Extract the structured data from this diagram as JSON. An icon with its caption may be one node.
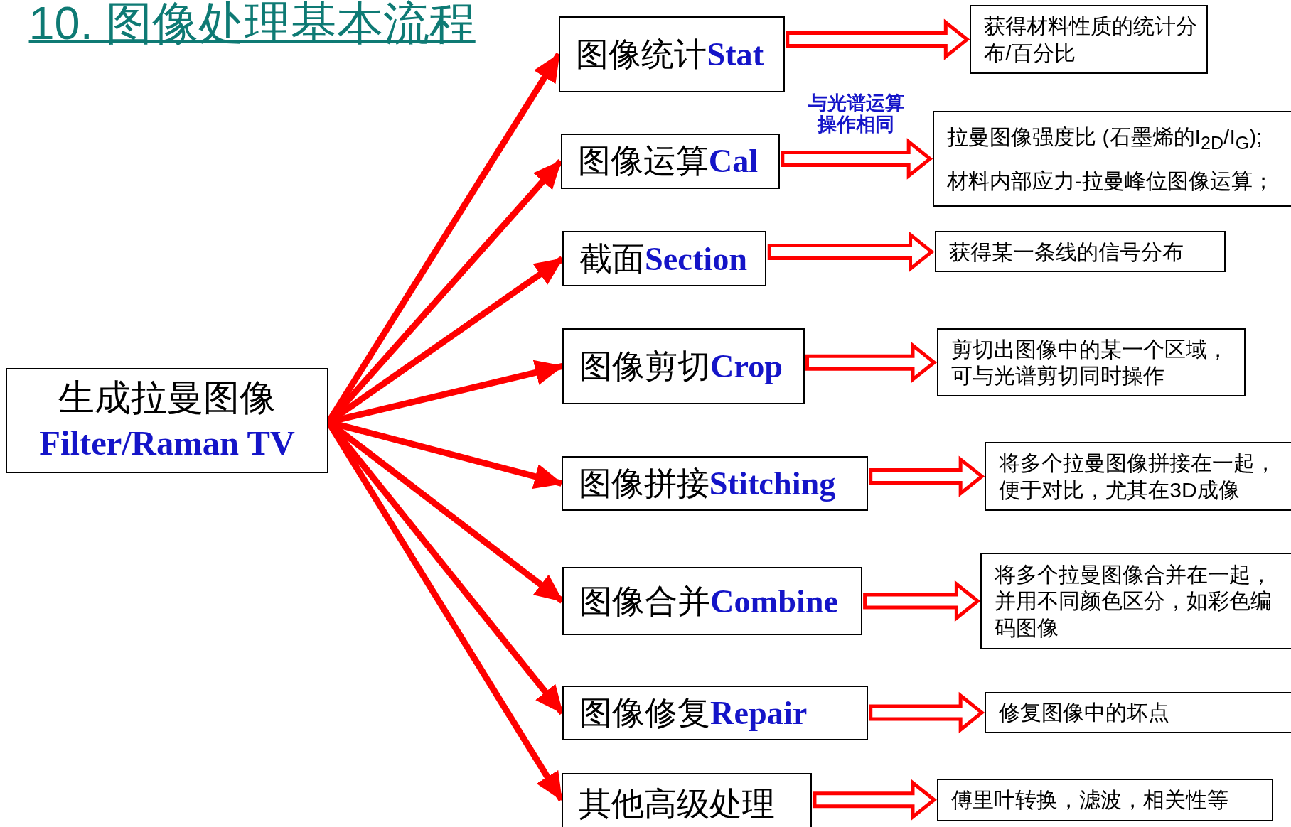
{
  "diagram": {
    "title": "10. 图像处理基本流程",
    "nodes": [
      {
        "text": [
          "生成拉曼图像",
          "Filter/Raman TV"
        ]
      },
      {
        "text": [
          "图像统计",
          "Stat"
        ]
      },
      {
        "text": [
          "图像运算",
          "Cal"
        ]
      },
      {
        "text": [
          "截面",
          "Section"
        ]
      },
      {
        "text": [
          "图像剪切",
          "Crop"
        ]
      },
      {
        "text": [
          "图像拼接",
          "Stitching"
        ]
      },
      {
        "text": [
          "图像合并",
          "Combine"
        ]
      },
      {
        "text": [
          "图像修复",
          "Repair"
        ]
      },
      {
        "text": [
          "其他高级处理"
        ]
      },
      {
        "text": [
          "获得材料性质的统计分布/百分比"
        ]
      },
      {
        "text": [
          "拉曼图像强度比 (石墨烯的I$_{2D}$/I$_{G}$);",
          "材料内部应力-拉曼峰位图像运算；"
        ]
      },
      {
        "text": [
          "获得某一条线的信号分布"
        ]
      },
      {
        "text": [
          "剪切出图像中的某一个区域，可与光谱剪切同时操作"
        ]
      },
      {
        "text": [
          "将多个拉曼图像拼接在一起，便于对比，尤其在3D成像"
        ]
      },
      {
        "text": [
          "将多个拉曼图像合并在一起，并用不同颜色区分，如彩色编码图像"
        ]
      },
      {
        "text": [
          "修复图像中的坏点"
        ]
      },
      {
        "text": [
          "傅里叶转换，滤波，相关性等"
        ]
      }
    ],
    "edges": [
      {
        "from": 0,
        "to": 1,
        "arrow": "to"
      },
      {
        "from": 0,
        "to": 2,
        "arrow": "to"
      },
      {
        "from": 0,
        "to": 3,
        "arrow": "to"
      },
      {
        "from": 0,
        "to": 4,
        "arrow": "to"
      },
      {
        "from": 0,
        "to": 5,
        "arrow": "to"
      },
      {
        "from": 0,
        "to": 6,
        "arrow": "to"
      },
      {
        "from": 0,
        "to": 7,
        "arrow": "to"
      },
      {
        "from": 0,
        "to": 8,
        "arrow": "to"
      },
      {
        "from": 1,
        "to": 9,
        "arrow": "to"
      },
      {
        "from": 2,
        "to": 10,
        "arrow": "to",
        "label": "与光谱运算操作相同"
      },
      {
        "from": 3,
        "to": 11,
        "arrow": "to"
      },
      {
        "from": 4,
        "to": 12,
        "arrow": "to"
      },
      {
        "from": 5,
        "to": 13,
        "arrow": "to"
      },
      {
        "from": 6,
        "to": 14,
        "arrow": "to"
      },
      {
        "from": 7,
        "to": 15,
        "arrow": "to"
      },
      {
        "from": 8,
        "to": 16,
        "arrow": "to"
      }
    ]
  }
}
